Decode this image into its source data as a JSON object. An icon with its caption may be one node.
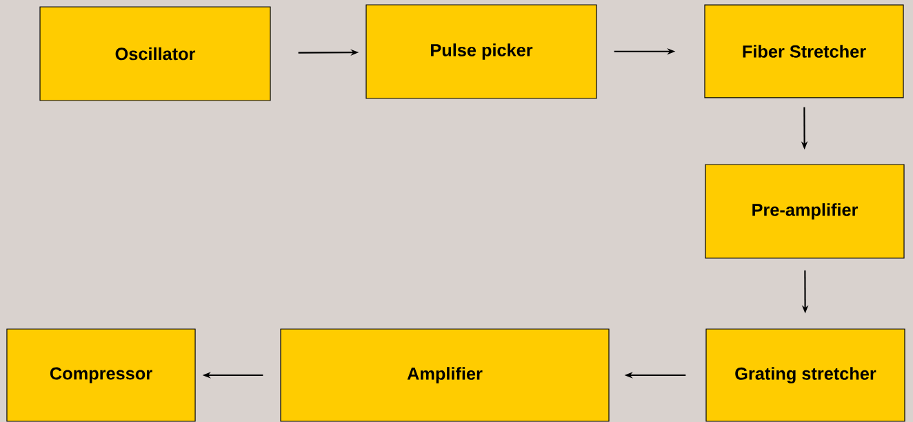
{
  "diagram": {
    "nodes": [
      {
        "text": [
          "Oscillator"
        ]
      },
      {
        "text": [
          "Pulse picker"
        ]
      },
      {
        "text": [
          "Fiber Stretcher"
        ]
      },
      {
        "text": [
          "Pre-amplifier"
        ]
      },
      {
        "text": [
          "Grating stretcher"
        ]
      },
      {
        "text": [
          "Amplifier"
        ]
      },
      {
        "text": [
          "Compressor"
        ]
      }
    ],
    "edges": [
      {
        "from": 0,
        "to": 1,
        "arrow": "to"
      },
      {
        "from": 1,
        "to": 2,
        "arrow": "to"
      },
      {
        "from": 2,
        "to": 3,
        "arrow": "to"
      },
      {
        "from": 3,
        "to": 4,
        "arrow": "to"
      },
      {
        "from": 4,
        "to": 5,
        "arrow": "to"
      },
      {
        "from": 5,
        "to": 6,
        "arrow": "to"
      }
    ]
  }
}
